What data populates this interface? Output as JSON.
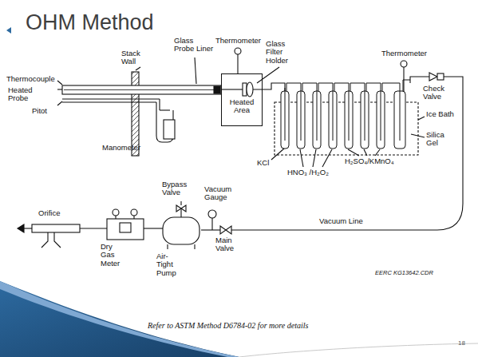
{
  "diagram": {
    "title": "OHM Method",
    "caption": "Refer to ASTM Method D6784-02 for more details",
    "nodes": [
      {
        "text": [
          "Heated Area"
        ]
      }
    ],
    "labels": [
      "Thermocouple",
      "Stack Wall",
      "Glass Probe Liner",
      "Thermometer",
      "Glass Filter Holder",
      "Thermometer",
      "Check Valve",
      "Heated Probe",
      "Pitot",
      "Manometer",
      "Ice Bath",
      "Silica Gel",
      "KCl",
      "HNO₃ /H₂O₂",
      "H₂SO₄/KMnO₄",
      "Bypass Valve",
      "Vacuum Gauge",
      "Orifice",
      "Dry Gas Meter",
      "Air-Tight Pump",
      "Main Valve",
      "Vacuum Line",
      "EERC KG13642.CDR",
      "18"
    ]
  }
}
